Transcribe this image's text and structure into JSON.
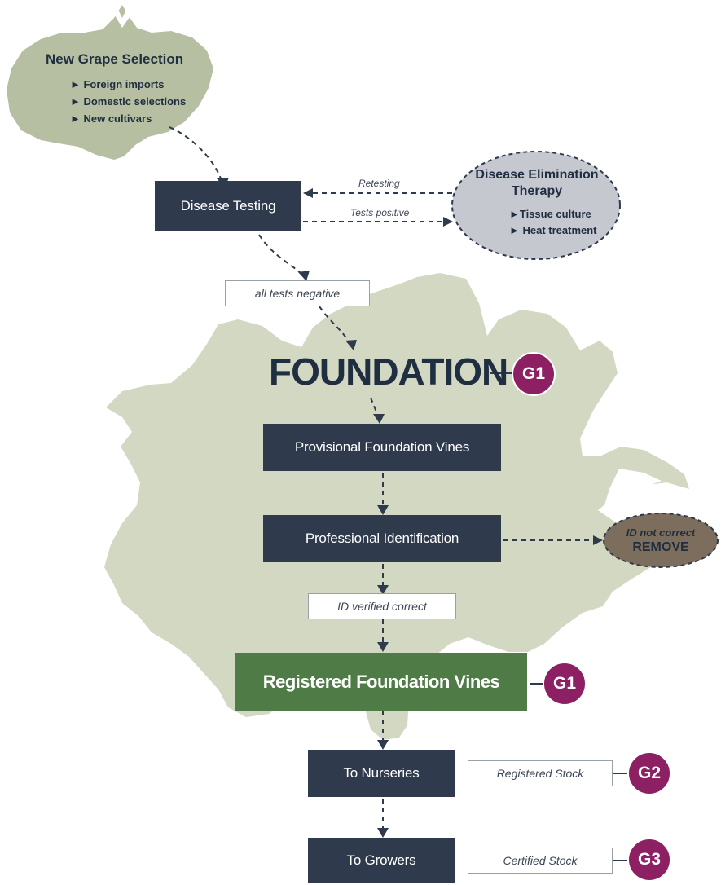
{
  "selection": {
    "title": "New Grape Selection",
    "items": [
      "► Foreign imports",
      "► Domestic selections",
      "► New cultivars"
    ]
  },
  "therapy": {
    "title_line1": "Disease Elimination",
    "title_line2": "Therapy",
    "items": [
      "►Tissue culture",
      "► Heat treatment"
    ]
  },
  "nodes": {
    "disease_testing": "Disease Testing",
    "foundation": "FOUNDATION",
    "provisional": "Provisional Foundation Vines",
    "professional_id": "Professional Identification",
    "registered": "Registered Foundation Vines",
    "nurseries": "To Nurseries",
    "growers": "To Growers"
  },
  "edges": {
    "retesting": "Retesting",
    "tests_positive": "Tests positive"
  },
  "tags": {
    "all_tests_negative": "all tests negative",
    "id_verified": "ID verified correct",
    "registered_stock": "Registered Stock",
    "certified_stock": "Certified Stock"
  },
  "remove": {
    "line1": "ID not correct",
    "line2": "REMOVE"
  },
  "badges": {
    "foundation": "G1",
    "registered": "G1",
    "nurseries": "G2",
    "growers": "G3"
  },
  "colors": {
    "navy": "#2f3a4d",
    "green": "#4f7b46",
    "plum": "#8d1f63",
    "leaf": "#d3d8c3",
    "small_leaf": "#b7bfa2",
    "therapy_fill": "#c6c8d0",
    "remove_fill": "#7c6d5d"
  }
}
